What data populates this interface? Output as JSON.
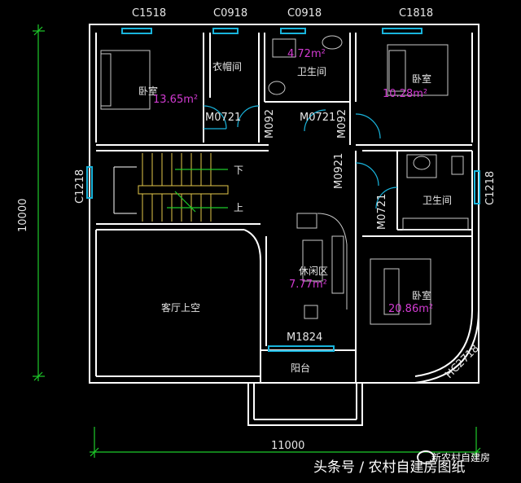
{
  "windows": {
    "c1518": "C1518",
    "c0918_a": "C0918",
    "c0918_b": "C0918",
    "c1818": "C1818",
    "c1218_left": "C1218",
    "c1218_right": "C1218",
    "hc2718": "HC2718"
  },
  "doors": {
    "m0721_a": "M0721",
    "m092_a": "M092",
    "m0721_b": "M0721",
    "m092_b": "M092",
    "m0921": "M0921",
    "m0721_c": "M0721",
    "m1824": "M1824"
  },
  "rooms": {
    "bedroom_nw": {
      "name": "卧室",
      "area": "13.65m²"
    },
    "closet": {
      "name": "衣帽间"
    },
    "bath_top": {
      "name": "卫生间",
      "area": "4.72m²"
    },
    "bedroom_ne": {
      "name": "卧室",
      "area": "10.28m²"
    },
    "bath_east": {
      "name": "卫生间"
    },
    "lounge": {
      "name": "休闲区",
      "area": "7.77m²"
    },
    "bedroom_se": {
      "name": "卧室",
      "area": "20.86m²"
    },
    "living_void": {
      "name": "客厅上空"
    },
    "balcony": {
      "name": "阳台"
    }
  },
  "stairs": {
    "down": "下",
    "up": "上"
  },
  "dimensions": {
    "height": "10000",
    "width": "11000"
  },
  "watermark": {
    "text": "头条号 / 农村自建房图纸",
    "badge": "新农村自建房"
  },
  "colors": {
    "wall": "#ffffff",
    "window": "#19b4dc",
    "dim_line": "#1ecb2a",
    "area_text": "#d23bd2",
    "furniture": "#c8c8c8",
    "stair": "#e3c84a"
  }
}
